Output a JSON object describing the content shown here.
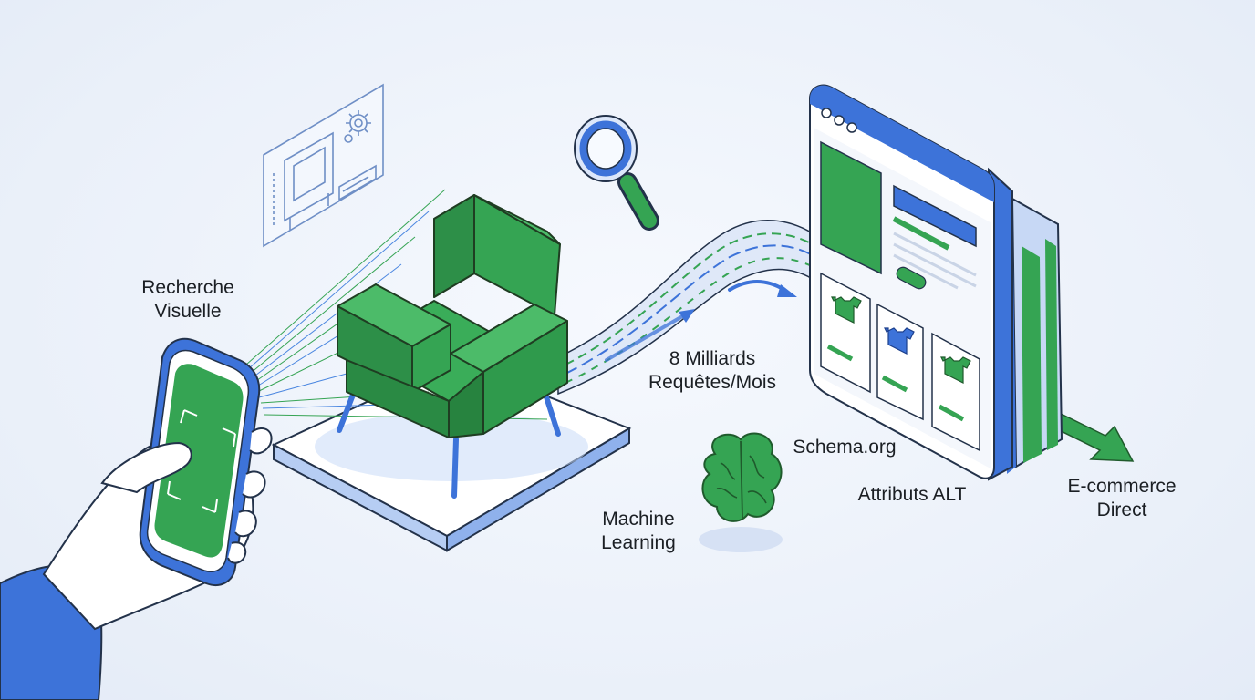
{
  "labels": {
    "visual_search": [
      "Recherche",
      "Visuelle"
    ],
    "queries": [
      "8 Milliards",
      "Requêtes/Mois"
    ],
    "schema": "Schema.org",
    "alt_attributes": "Attributs ALT",
    "machine_learning": [
      "Machine",
      "Learning"
    ],
    "ecommerce": [
      "E-commerce",
      "Direct"
    ]
  },
  "icons": {
    "blueprint": "blueprint-gear-icon",
    "search": "magnifying-glass-icon",
    "brain": "brain-icon",
    "chair": "armchair-icon",
    "phone": "smartphone-camera-icon",
    "browser": "webpage-product-grid-icon",
    "shirt": "t-shirt-icon"
  },
  "colors": {
    "background": "#eef3fb",
    "green": "#35a453",
    "green_dark": "#1f7a38",
    "blue": "#3d73d9",
    "blue_light": "#a9c3f0",
    "outline": "#23324a"
  }
}
